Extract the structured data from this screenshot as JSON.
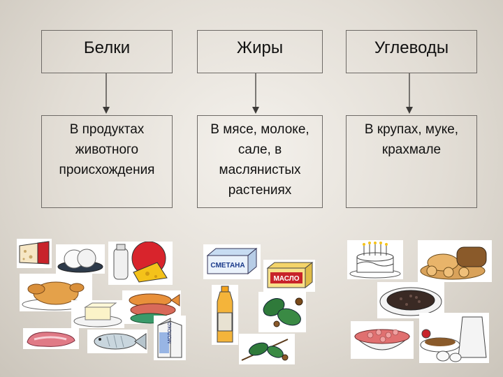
{
  "columns": [
    {
      "title": "Белки",
      "lines": [
        "В продуктах",
        "животного",
        "происхождения"
      ]
    },
    {
      "title": "Жиры",
      "lines": [
        "В мясе, молоке,",
        "сале, в",
        "маслянистых",
        "растениях"
      ]
    },
    {
      "title": "Углеводы",
      "lines": [
        "В крупах, муке,",
        "крахмале"
      ]
    }
  ],
  "labels": {
    "smetana": "СМЕТАНА",
    "maslo": "МАСЛО",
    "moloko": "МОЛОКО"
  },
  "colors": {
    "border": "#6e6a66",
    "arrow": "#3c3a38",
    "cheese_yellow": "#f4c21a",
    "milk_red": "#d8242c"
  }
}
